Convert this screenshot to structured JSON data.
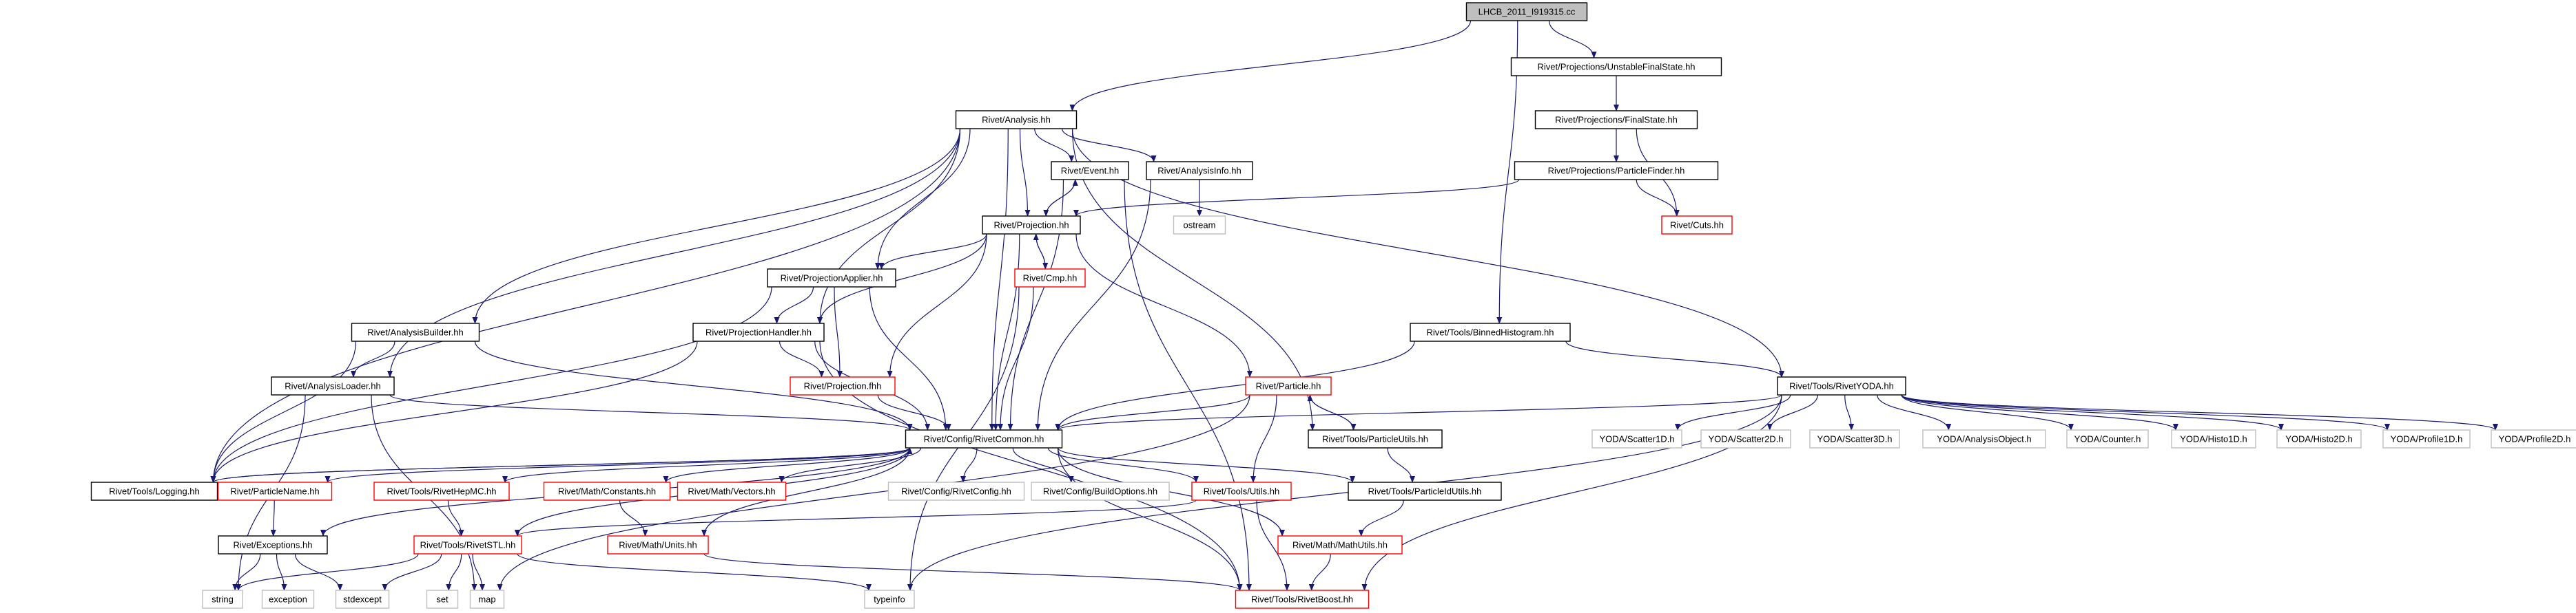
{
  "nodes": [
    {
      "id": "root",
      "label": "LHCB_2011_I919315.cc",
      "style": "root"
    },
    {
      "id": "analysis",
      "label": "Rivet/Analysis.hh",
      "style": "normal"
    },
    {
      "id": "unstable",
      "label": "Rivet/Projections/UnstableFinalState.hh",
      "style": "normal"
    },
    {
      "id": "finalstate",
      "label": "Rivet/Projections/FinalState.hh",
      "style": "normal"
    },
    {
      "id": "particlefinder",
      "label": "Rivet/Projections/ParticleFinder.hh",
      "style": "normal"
    },
    {
      "id": "cuts",
      "label": "Rivet/Cuts.hh",
      "style": "red"
    },
    {
      "id": "event",
      "label": "Rivet/Event.hh",
      "style": "normal"
    },
    {
      "id": "analysisinfo",
      "label": "Rivet/AnalysisInfo.hh",
      "style": "normal"
    },
    {
      "id": "ostream",
      "label": "ostream",
      "style": "plain"
    },
    {
      "id": "projection",
      "label": "Rivet/Projection.hh",
      "style": "normal"
    },
    {
      "id": "projapplier",
      "label": "Rivet/ProjectionApplier.hh",
      "style": "normal"
    },
    {
      "id": "cmp",
      "label": "Rivet/Cmp.hh",
      "style": "red"
    },
    {
      "id": "analysisbuilder",
      "label": "Rivet/AnalysisBuilder.hh",
      "style": "normal"
    },
    {
      "id": "projhandler",
      "label": "Rivet/ProjectionHandler.hh",
      "style": "normal"
    },
    {
      "id": "binnedhist",
      "label": "Rivet/Tools/BinnedHistogram.hh",
      "style": "normal"
    },
    {
      "id": "analysisloader",
      "label": "Rivet/AnalysisLoader.hh",
      "style": "normal"
    },
    {
      "id": "projfhh",
      "label": "Rivet/Projection.fhh",
      "style": "red"
    },
    {
      "id": "particle",
      "label": "Rivet/Particle.hh",
      "style": "red"
    },
    {
      "id": "rivetyoda",
      "label": "Rivet/Tools/RivetYODA.hh",
      "style": "normal"
    },
    {
      "id": "rivetcommon",
      "label": "Rivet/Config/RivetCommon.hh",
      "style": "normal"
    },
    {
      "id": "particleutils",
      "label": "Rivet/Tools/ParticleUtils.hh",
      "style": "normal"
    },
    {
      "id": "scatter1d",
      "label": "YODA/Scatter1D.h",
      "style": "plain"
    },
    {
      "id": "scatter2d",
      "label": "YODA/Scatter2D.h",
      "style": "plain"
    },
    {
      "id": "scatter3d",
      "label": "YODA/Scatter3D.h",
      "style": "plain"
    },
    {
      "id": "analysisobject",
      "label": "YODA/AnalysisObject.h",
      "style": "plain"
    },
    {
      "id": "counter",
      "label": "YODA/Counter.h",
      "style": "plain"
    },
    {
      "id": "histo1d",
      "label": "YODA/Histo1D.h",
      "style": "plain"
    },
    {
      "id": "histo2d",
      "label": "YODA/Histo2D.h",
      "style": "plain"
    },
    {
      "id": "profile1d",
      "label": "YODA/Profile1D.h",
      "style": "plain"
    },
    {
      "id": "profile2d",
      "label": "YODA/Profile2D.h",
      "style": "plain"
    },
    {
      "id": "logging",
      "label": "Rivet/Tools/Logging.hh",
      "style": "normal"
    },
    {
      "id": "particlename",
      "label": "Rivet/ParticleName.hh",
      "style": "red"
    },
    {
      "id": "rivethepmc",
      "label": "Rivet/Tools/RivetHepMC.hh",
      "style": "red"
    },
    {
      "id": "constants",
      "label": "Rivet/Math/Constants.hh",
      "style": "red"
    },
    {
      "id": "vectors",
      "label": "Rivet/Math/Vectors.hh",
      "style": "red"
    },
    {
      "id": "rivetconfig",
      "label": "Rivet/Config/RivetConfig.hh",
      "style": "plain"
    },
    {
      "id": "buildoptions",
      "label": "Rivet/Config/BuildOptions.hh",
      "style": "plain"
    },
    {
      "id": "utils",
      "label": "Rivet/Tools/Utils.hh",
      "style": "red"
    },
    {
      "id": "particleidutils",
      "label": "Rivet/Tools/ParticleIdUtils.hh",
      "style": "normal"
    },
    {
      "id": "exceptions",
      "label": "Rivet/Exceptions.hh",
      "style": "normal"
    },
    {
      "id": "rivetstl",
      "label": "Rivet/Tools/RivetSTL.hh",
      "style": "red"
    },
    {
      "id": "units",
      "label": "Rivet/Math/Units.hh",
      "style": "red"
    },
    {
      "id": "mathutils",
      "label": "Rivet/Math/MathUtils.hh",
      "style": "red"
    },
    {
      "id": "string",
      "label": "string",
      "style": "plain"
    },
    {
      "id": "exception",
      "label": "exception",
      "style": "plain"
    },
    {
      "id": "stdexcept",
      "label": "stdexcept",
      "style": "plain"
    },
    {
      "id": "set",
      "label": "set",
      "style": "plain"
    },
    {
      "id": "map",
      "label": "map",
      "style": "plain"
    },
    {
      "id": "typeinfo",
      "label": "typeinfo",
      "style": "plain"
    },
    {
      "id": "rivetboost",
      "label": "Rivet/Tools/RivetBoost.hh",
      "style": "red"
    }
  ],
  "edges": [
    [
      "root",
      "analysis"
    ],
    [
      "root",
      "unstable"
    ],
    [
      "root",
      "binnedhist"
    ],
    [
      "unstable",
      "finalstate"
    ],
    [
      "finalstate",
      "particlefinder"
    ],
    [
      "finalstate",
      "cuts"
    ],
    [
      "particlefinder",
      "cuts"
    ],
    [
      "particlefinder",
      "projection"
    ],
    [
      "analysis",
      "event"
    ],
    [
      "analysis",
      "analysisinfo"
    ],
    [
      "analysis",
      "projection"
    ],
    [
      "analysis",
      "projapplier"
    ],
    [
      "analysis",
      "projhandler"
    ],
    [
      "analysis",
      "analysisbuilder"
    ],
    [
      "analysis",
      "analysisloader"
    ],
    [
      "analysis",
      "logging"
    ],
    [
      "analysis",
      "rivetcommon"
    ],
    [
      "analysis",
      "particleutils"
    ],
    [
      "analysis",
      "rivetyoda"
    ],
    [
      "event",
      "projection"
    ],
    [
      "event",
      "rivetcommon"
    ],
    [
      "event",
      "rivetboost"
    ],
    [
      "analysisinfo",
      "ostream"
    ],
    [
      "analysisinfo",
      "rivetcommon"
    ],
    [
      "projection",
      "event"
    ],
    [
      "projection",
      "cmp"
    ],
    [
      "projection",
      "projapplier"
    ],
    [
      "projection",
      "projhandler"
    ],
    [
      "projection",
      "projfhh"
    ],
    [
      "projection",
      "rivetcommon"
    ],
    [
      "projection",
      "particle"
    ],
    [
      "cmp",
      "projection"
    ],
    [
      "cmp",
      "rivetcommon"
    ],
    [
      "cmp",
      "typeinfo"
    ],
    [
      "projapplier",
      "projhandler"
    ],
    [
      "projapplier",
      "projfhh"
    ],
    [
      "projapplier",
      "rivetcommon"
    ],
    [
      "projapplier",
      "logging"
    ],
    [
      "projhandler",
      "projfhh"
    ],
    [
      "projhandler",
      "rivetcommon"
    ],
    [
      "projhandler",
      "logging"
    ],
    [
      "projhandler",
      "rivetboost"
    ],
    [
      "projfhh",
      "rivetcommon"
    ],
    [
      "analysisbuilder",
      "analysisloader"
    ],
    [
      "analysisbuilder",
      "logging"
    ],
    [
      "analysisbuilder",
      "rivetcommon"
    ],
    [
      "analysisloader",
      "rivetcommon"
    ],
    [
      "analysisloader",
      "string"
    ],
    [
      "analysisloader",
      "map"
    ],
    [
      "binnedhist",
      "rivetcommon"
    ],
    [
      "binnedhist",
      "rivetyoda"
    ],
    [
      "particle",
      "rivetcommon"
    ],
    [
      "particle",
      "particleutils"
    ],
    [
      "particle",
      "utils"
    ],
    [
      "particle",
      "map"
    ],
    [
      "particleutils",
      "particle"
    ],
    [
      "particleutils",
      "particleidutils"
    ],
    [
      "rivetyoda",
      "rivetcommon"
    ],
    [
      "rivetyoda",
      "scatter1d"
    ],
    [
      "rivetyoda",
      "scatter2d"
    ],
    [
      "rivetyoda",
      "scatter3d"
    ],
    [
      "rivetyoda",
      "analysisobject"
    ],
    [
      "rivetyoda",
      "counter"
    ],
    [
      "rivetyoda",
      "histo1d"
    ],
    [
      "rivetyoda",
      "histo2d"
    ],
    [
      "rivetyoda",
      "profile1d"
    ],
    [
      "rivetyoda",
      "profile2d"
    ],
    [
      "rivetyoda",
      "rivetboost"
    ],
    [
      "rivetyoda",
      "typeinfo"
    ],
    [
      "rivetcommon",
      "logging"
    ],
    [
      "rivetcommon",
      "particlename"
    ],
    [
      "rivetcommon",
      "rivethepmc"
    ],
    [
      "rivetcommon",
      "constants"
    ],
    [
      "rivetcommon",
      "vectors"
    ],
    [
      "rivetcommon",
      "rivetconfig"
    ],
    [
      "rivetcommon",
      "buildoptions"
    ],
    [
      "rivetcommon",
      "utils"
    ],
    [
      "rivetcommon",
      "particleidutils"
    ],
    [
      "rivetcommon",
      "exceptions"
    ],
    [
      "rivetcommon",
      "rivetstl"
    ],
    [
      "rivetcommon",
      "units"
    ],
    [
      "rivetcommon",
      "mathutils"
    ],
    [
      "rivetcommon",
      "rivetboost"
    ],
    [
      "logging",
      "rivetcommon"
    ],
    [
      "particlename",
      "exceptions"
    ],
    [
      "rivethepmc",
      "rivetstl"
    ],
    [
      "constants",
      "units"
    ],
    [
      "utils",
      "rivetstl"
    ],
    [
      "utils",
      "rivetboost"
    ],
    [
      "particleidutils",
      "mathutils"
    ],
    [
      "exceptions",
      "string"
    ],
    [
      "exceptions",
      "exception"
    ],
    [
      "exceptions",
      "stdexcept"
    ],
    [
      "rivetstl",
      "string"
    ],
    [
      "rivetstl",
      "stdexcept"
    ],
    [
      "rivetstl",
      "set"
    ],
    [
      "rivetstl",
      "map"
    ],
    [
      "rivetstl",
      "typeinfo"
    ],
    [
      "mathutils",
      "rivetboost"
    ],
    [
      "units",
      "rivetboost"
    ]
  ],
  "colors": {
    "edge": "#191970",
    "normal_border": "#000000",
    "red_border": "#ff0000",
    "plain_border": "#bfbfbf",
    "root_fill": "#bfbfbf",
    "text": "#000000"
  }
}
